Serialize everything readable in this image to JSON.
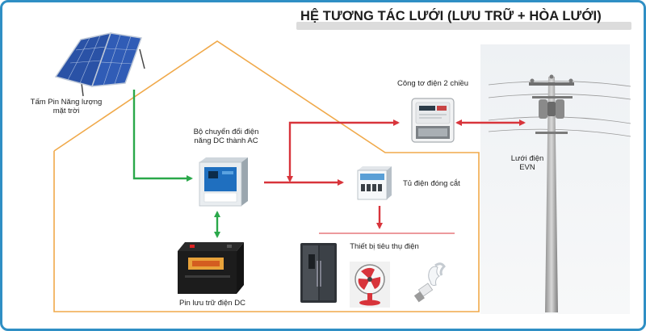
{
  "title": "HỆ TƯƠNG TÁC LƯỚI (LƯU TRỮ + HÒA LƯỚI)",
  "labels": {
    "solar_line1": "Tấm Pin Năng lượng",
    "solar_line2": "mặt trời",
    "inverter_line1": "Bộ chuyển đổi điện",
    "inverter_line2": "năng DC thành AC",
    "meter": "Công tơ điện 2 chiều",
    "grid_line1": "Lưới điện",
    "grid_line2": "EVN",
    "breaker": "Tủ điện đóng cắt",
    "loads": "Thiết bị tiêu thụ điện",
    "battery": "Pin lưu trữ điện DC"
  },
  "colors": {
    "frame": "#2f8fc4",
    "house_outline": "#f0a94a",
    "ac_flow": "#d8343b",
    "dc_flow": "#2aa84a"
  },
  "icons": [
    "solar-panel-icon",
    "inverter-icon",
    "battery-icon",
    "bidirectional-meter-icon",
    "breaker-box-icon",
    "utility-pole-icon",
    "refrigerator-icon",
    "fan-icon",
    "light-bulb-icon"
  ]
}
